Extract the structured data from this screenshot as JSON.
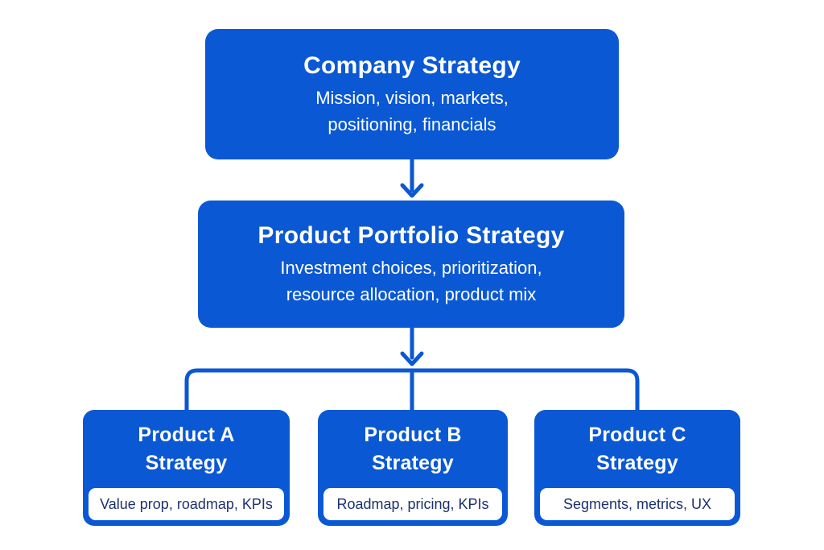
{
  "colors": {
    "primary_blue": "#0a58d4",
    "navy_text": "#1c316e",
    "background": "#ffffff",
    "box_text": "#ffffff"
  },
  "diagram": {
    "company": {
      "title": "Company Strategy",
      "subtitle_lines": [
        "Mission, vision, markets,",
        "positioning, financials"
      ]
    },
    "portfolio": {
      "title": "Product Portfolio Strategy",
      "subtitle_lines": [
        "Investment choices, prioritization,",
        "resource allocation, product mix"
      ]
    },
    "products": [
      {
        "title_lines": [
          "Product A",
          "Strategy"
        ],
        "detail": "Value prop, roadmap, KPIs"
      },
      {
        "title_lines": [
          "Product B",
          "Strategy"
        ],
        "detail": "Roadmap, pricing, KPIs"
      },
      {
        "title_lines": [
          "Product C",
          "Strategy"
        ],
        "detail": "Segments, metrics, UX"
      }
    ]
  }
}
